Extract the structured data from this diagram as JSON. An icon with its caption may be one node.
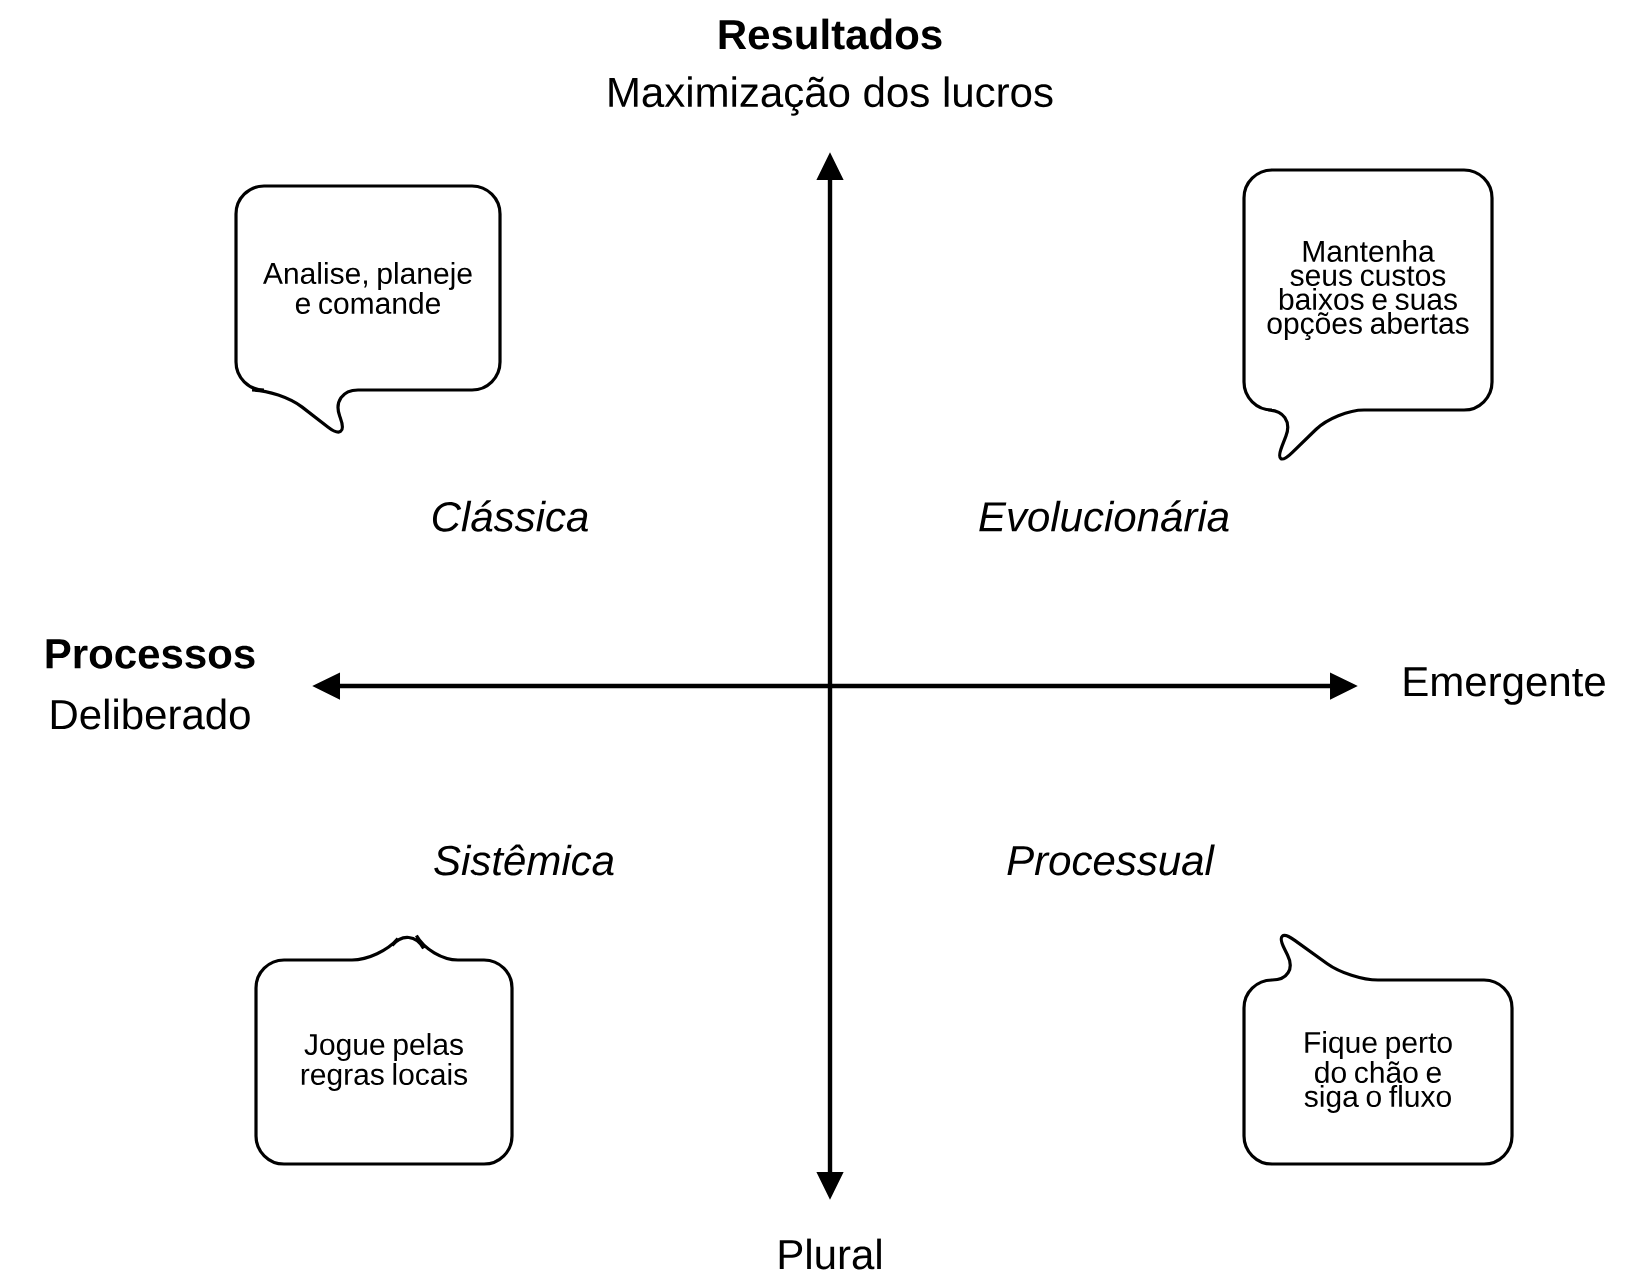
{
  "diagram": {
    "nodes": [
      {
        "text": [
          "Analise, planeje e comande"
        ]
      },
      {
        "text": [
          "Mantenha seus custos baixos e suas opções abertas"
        ]
      },
      {
        "text": [
          "Jogue pelas regras locais"
        ]
      },
      {
        "text": [
          "Fique perto do chão e siga o fluxo"
        ]
      }
    ],
    "labels": [
      "Resultados",
      "Maximização dos lucros",
      "Processos",
      "Deliberado",
      "Emergente",
      "Clássica",
      "Evolucionária",
      "Sistêmica",
      "Processual",
      "Plural"
    ]
  }
}
